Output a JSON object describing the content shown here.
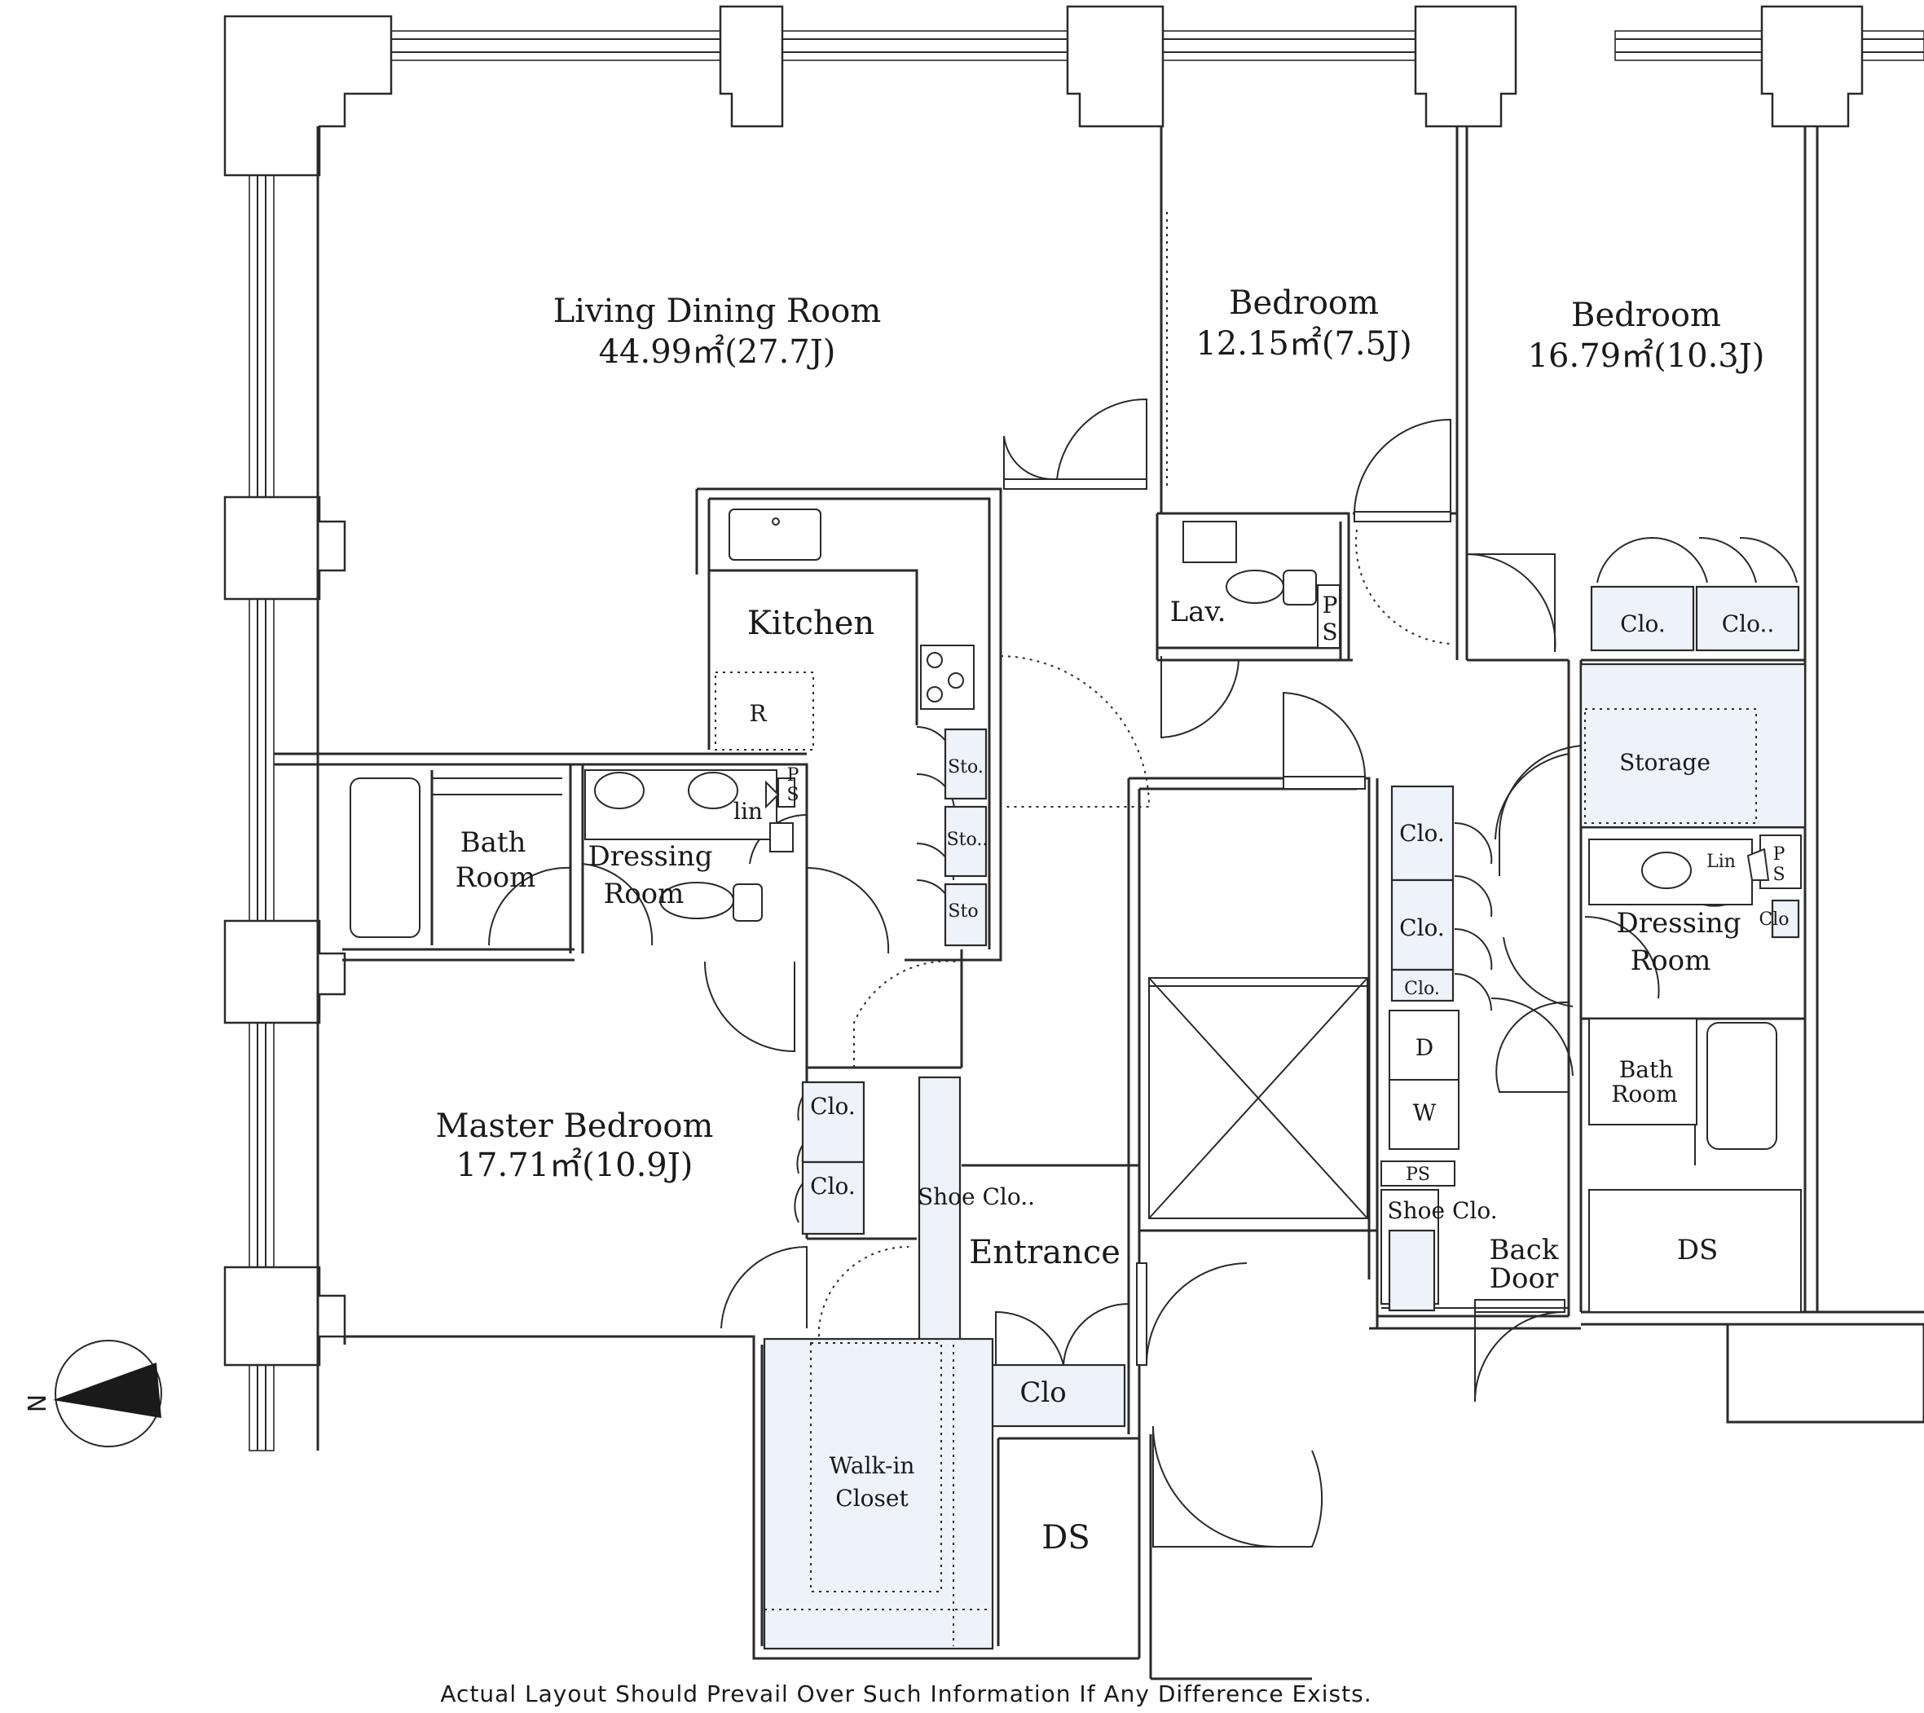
{
  "rooms": {
    "ldr": {
      "name": "Living Dining Room",
      "area": "44.99㎡(27.7J)"
    },
    "bed1": {
      "name": "Bedroom",
      "area": "12.15㎡(7.5J)"
    },
    "bed2": {
      "name": "Bedroom",
      "area": "16.79㎡(10.3J)"
    },
    "kitchen": "Kitchen",
    "fridge": "R",
    "lav": "Lav.",
    "bath_left": [
      "Bath",
      "Room"
    ],
    "dressing_left": [
      "Dressing",
      "Room"
    ],
    "lin_left": "lin",
    "master": {
      "name": "Master Bedroom",
      "area": "17.71㎡(10.9J)"
    },
    "entrance": "Entrance",
    "walkin": [
      "Walk-in",
      "Closet"
    ],
    "storage": "Storage",
    "dressing_right": [
      "Dressing",
      "Room"
    ],
    "bath_right": [
      "Bath",
      "Room"
    ],
    "back_door": [
      "Back",
      "Door"
    ],
    "lin_right": "Lin",
    "ds": "DS"
  },
  "labels": {
    "clo": "Clo.",
    "clo2": "Clo..",
    "clo_short": "Clo",
    "sto": "Sto.",
    "sto2": "Sto..",
    "sto3": "Sto",
    "ps_p": "P",
    "ps_s": "S",
    "ps": "PS",
    "shoe1": "Shoe Clo..",
    "shoe2": "Shoe Clo.",
    "dryer": "D",
    "washer": "W"
  },
  "compass": {
    "north": "N"
  },
  "footer": "Actual Layout Should Prevail Over Such Information If Any Difference Exists."
}
